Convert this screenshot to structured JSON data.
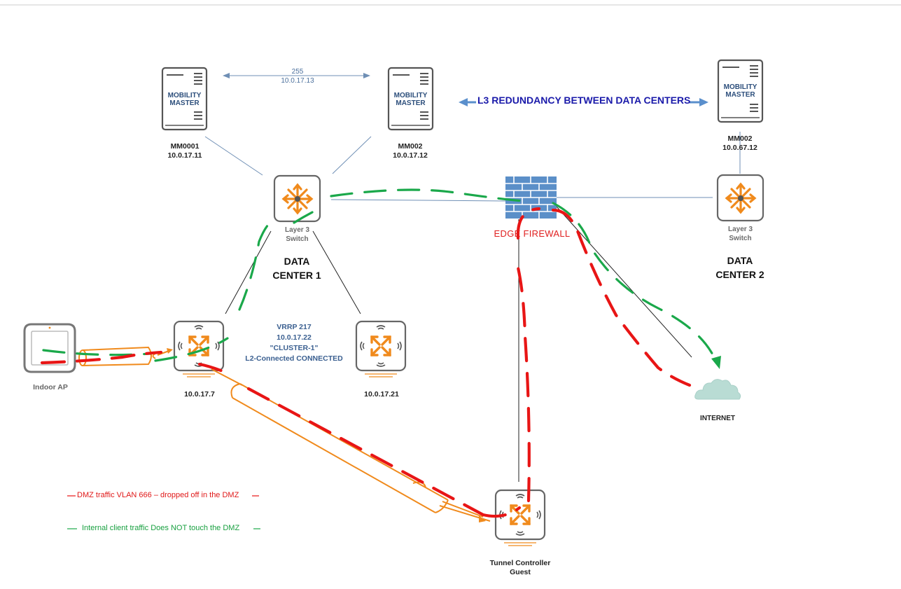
{
  "mm": [
    {
      "title_line1": "MOBILITY",
      "title_line2": "MASTER",
      "name": "MM0001",
      "ip": "10.0.17.11"
    },
    {
      "title_line1": "MOBILITY",
      "title_line2": "MASTER",
      "name": "MM002",
      "ip": "10.0.17.12"
    },
    {
      "title_line1": "MOBILITY",
      "title_line2": "MASTER",
      "name": "MM002",
      "ip": "10.0.67.12"
    }
  ],
  "mm_link": {
    "vrrp": "255",
    "ip": "10.0.17.13"
  },
  "l3_redundancy": "L3 REDUNDANCY BETWEEN DATA CENTERS",
  "switch1": {
    "line1": "Layer 3",
    "line2": "Switch",
    "dc_line1": "DATA",
    "dc_line2": "CENTER 1"
  },
  "switch2": {
    "line1": "Layer 3",
    "line2": "Switch",
    "dc_line1": "DATA",
    "dc_line2": "CENTER 2"
  },
  "firewall_label": "EDGE FIREWALL",
  "vrrp": {
    "line1": "VRRP 217",
    "line2": "10.0.17.22",
    "line3": "\"CLUSTER-1\"",
    "line4": "L2-Connected CONNECTED"
  },
  "controller1_ip": "10.0.17.7",
  "controller2_ip": "10.0.17.21",
  "ap_label": "Indoor AP",
  "internet_label": "INTERNET",
  "tunnel_controller": {
    "line1": "Tunnel Controller",
    "line2": "Guest"
  },
  "legend": {
    "red": "DMZ traffic VLAN 666 – dropped off in the DMZ",
    "green": "Internal client traffic Does NOT touch the DMZ"
  },
  "colors": {
    "red_path": "#e81515",
    "green_path": "#1aa84a",
    "orange": "#f08a1c",
    "firewall": "#5b8fc8",
    "link": "#6f8fb5"
  }
}
